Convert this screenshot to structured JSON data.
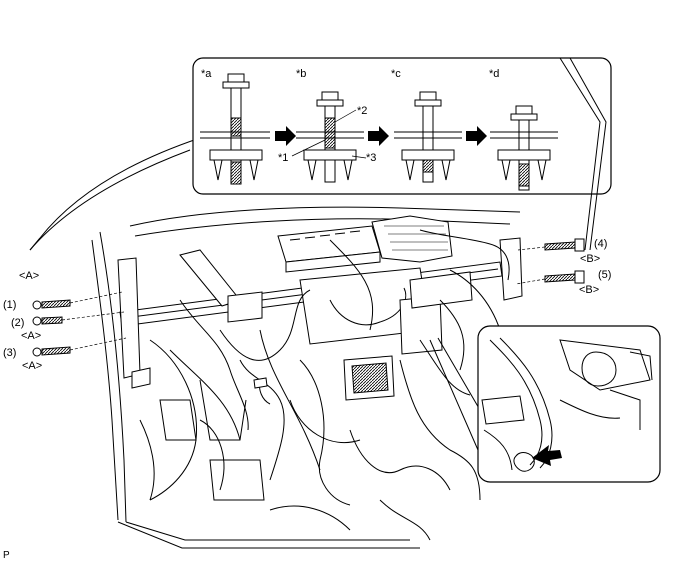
{
  "inset_top": {
    "stages": [
      "*a",
      "*b",
      "*c",
      "*d"
    ],
    "callouts": [
      "*1",
      "*2",
      "*3"
    ]
  },
  "fasteners": [
    {
      "number": "(1)",
      "group": "<A>"
    },
    {
      "number": "(2)",
      "group": "<A>"
    },
    {
      "number": "(3)",
      "group": "<A>"
    },
    {
      "number": "(4)",
      "group": "<B>"
    },
    {
      "number": "(5)",
      "group": "<B>"
    }
  ],
  "group_header_left": "<A>",
  "corner_code": "P"
}
